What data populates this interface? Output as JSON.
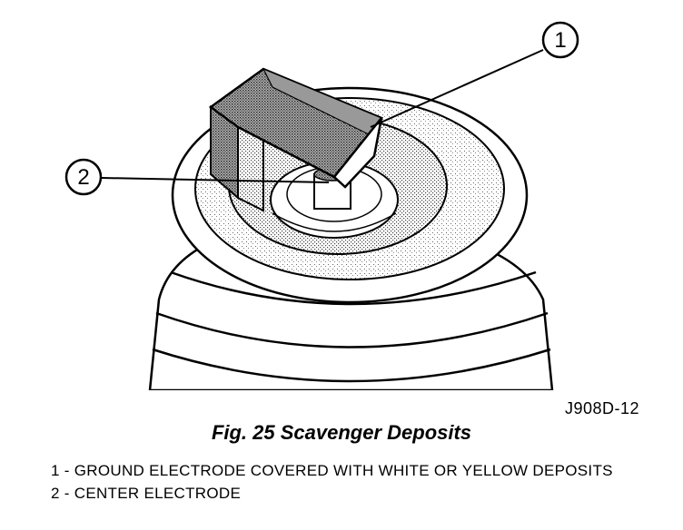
{
  "figure": {
    "code": "J908D-12",
    "caption": "Fig. 25 Scavenger Deposits",
    "callouts": [
      {
        "number": "1"
      },
      {
        "number": "2"
      }
    ]
  },
  "legend": {
    "items": [
      {
        "text": "1 - GROUND ELECTRODE COVERED WITH WHITE OR YELLOW DEPOSITS"
      },
      {
        "text": "2 - CENTER ELECTRODE"
      }
    ]
  },
  "colors": {
    "ink": "#000000",
    "paper": "#ffffff",
    "deposit_stipple": "#555555"
  }
}
